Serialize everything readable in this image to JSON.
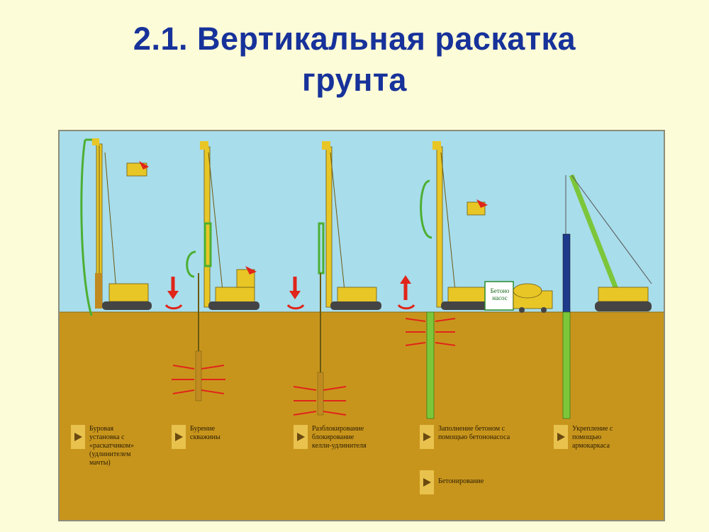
{
  "title": {
    "line1": "2.1. Вертикальная раскатка",
    "line2": "грунта"
  },
  "colors": {
    "sky": "#a8ddeb",
    "ground": "#c8951c",
    "machine": "#e8c626",
    "pipe_green": "#4caf32",
    "arrow_red": "#e0251a",
    "title_blue": "#17329a"
  },
  "steps": [
    {
      "caption": "Буровая\nустановка с\n«раскатчиком»\n(удлинителем\nмачты)"
    },
    {
      "caption": "Бурение\nскважины"
    },
    {
      "caption": "Разблокирование\nблокирование\nкелли-удлинителя"
    },
    {
      "caption": "Заполнение бетоном с\nпомощью бетононасоса"
    },
    {
      "caption": "Укрепление с\nпомощью\nармокаркаса"
    }
  ],
  "extra_caption": "Бетонирование",
  "concrete_label": "Бетоно\nнасос"
}
